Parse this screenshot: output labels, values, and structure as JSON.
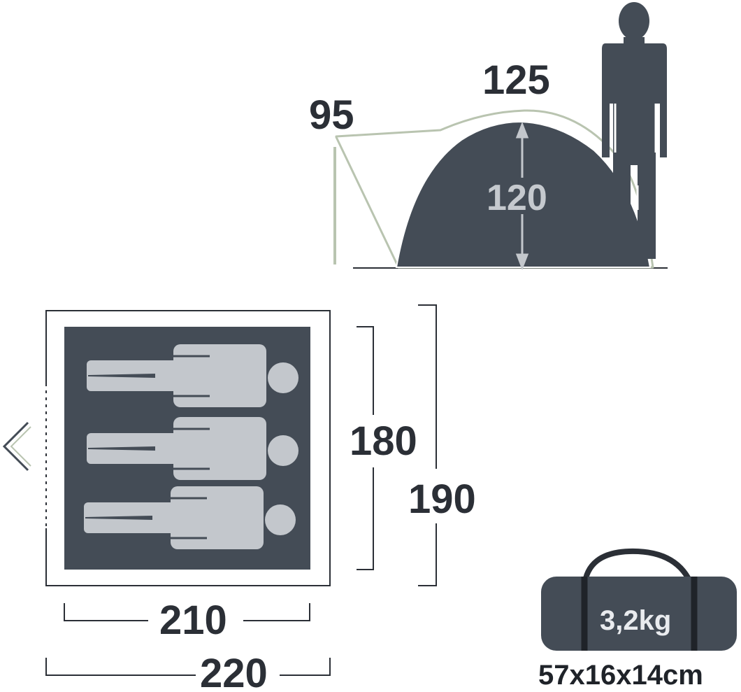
{
  "colors": {
    "dark": "#444c56",
    "text": "#2b2f36",
    "light_figure": "#c3c7cc",
    "outline": "#b9c4b0",
    "line": "#2b2f36"
  },
  "side_view": {
    "awning_height": "95",
    "total_height_label": "125",
    "inner_height_label": "120"
  },
  "floor_plan": {
    "inner_depth": "180",
    "outer_depth": "190",
    "inner_width": "210",
    "outer_width": "220",
    "sleeping_capacity": 3
  },
  "bag": {
    "weight": "3,2kg",
    "dimensions": "57x16x14cm"
  },
  "icons": {
    "person": "person-silhouette-icon",
    "sleeper": "sleeping-person-icon",
    "entrance": "entrance-arrow-icon",
    "bag": "carry-bag-icon"
  }
}
